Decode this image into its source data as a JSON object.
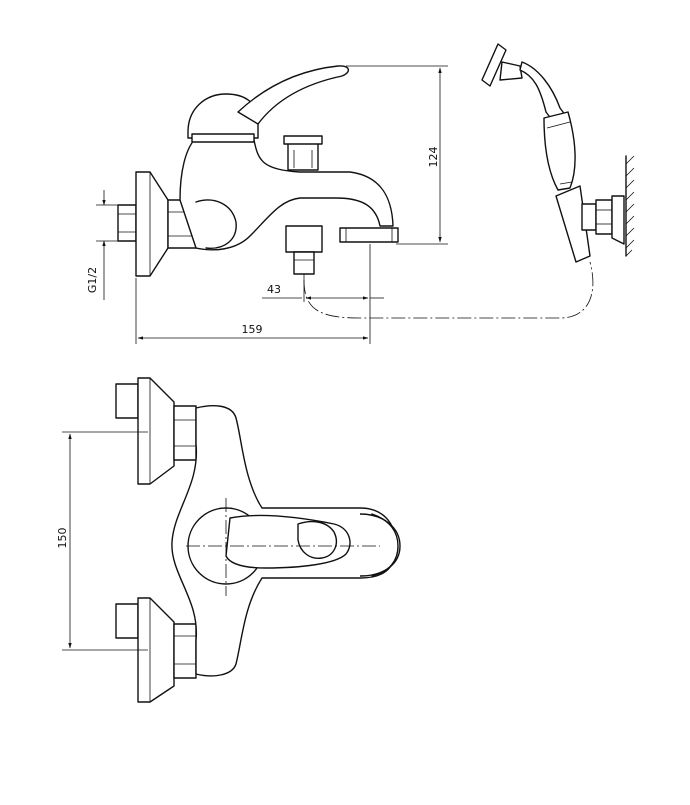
{
  "dimensions": {
    "overall_length": "159",
    "height": "124",
    "offset": "43",
    "thread": "G1/2",
    "center_distance": "150"
  }
}
